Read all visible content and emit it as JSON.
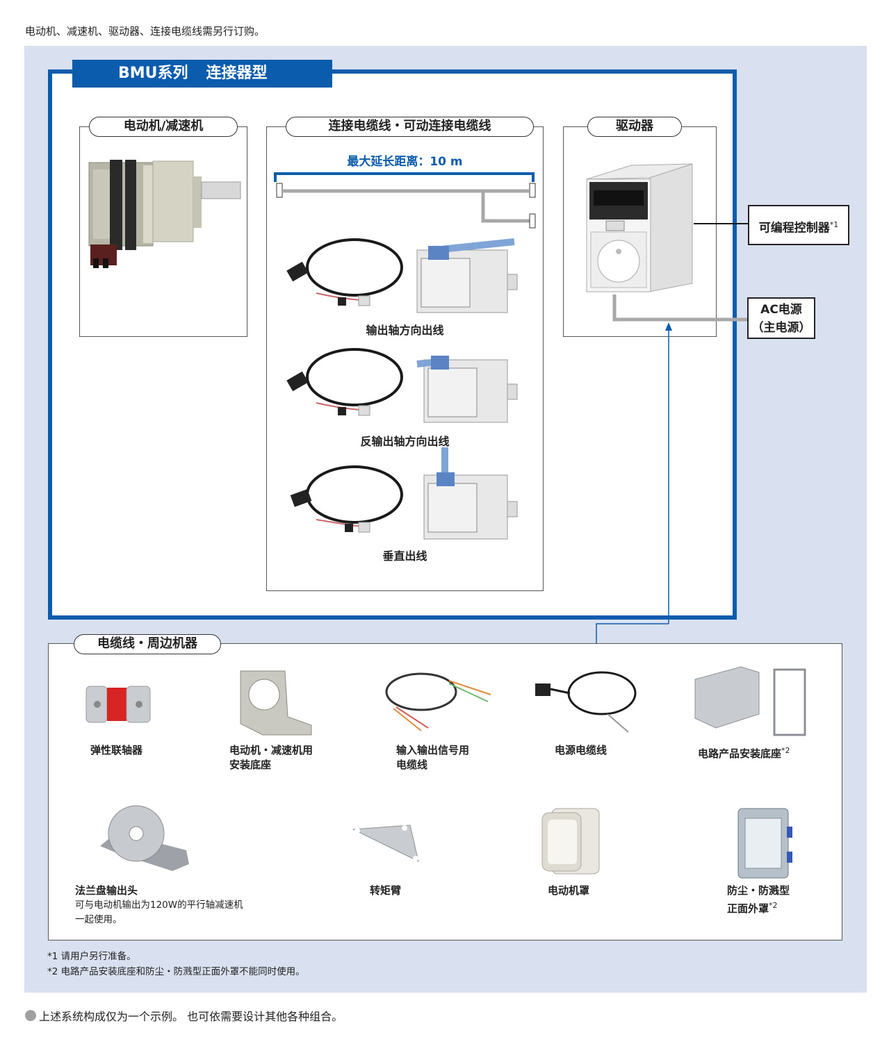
{
  "top_note": "电动机、减速机、驱动器、连接电缆线需另行订购。",
  "series": {
    "name": "BMU系列",
    "type": "连接器型"
  },
  "sections": {
    "motor": "电动机/减速机",
    "cable": "连接电缆线・可动连接电缆线",
    "driver": "驱动器"
  },
  "max_distance": "最大延长距离：10 m",
  "cable_types": [
    "输出轴方向出线",
    "反输出轴方向出线",
    "垂直出线"
  ],
  "external": {
    "plc": "可编程控制器",
    "plc_mark": "*1",
    "ac_line1": "AC电源",
    "ac_line2": "（主电源）"
  },
  "peripherals": {
    "title": "电缆线・周边机器",
    "items": [
      {
        "line1": "弹性联轴器",
        "line2": "",
        "mark": ""
      },
      {
        "line1": "电动机・减速机用",
        "line2": "安装底座",
        "mark": ""
      },
      {
        "line1": "输入输出信号用",
        "line2": "电缆线",
        "mark": ""
      },
      {
        "line1": "电源电缆线",
        "line2": "",
        "mark": ""
      },
      {
        "line1": "电路产品安装底座",
        "line2": "",
        "mark": "*2"
      },
      {
        "line1": "法兰盘输出头",
        "line2": "",
        "mark": "",
        "desc1": "可与电动机输出为120W的平行轴减速机",
        "desc2": "一起使用。"
      },
      {
        "line1": "转矩臂",
        "line2": "",
        "mark": ""
      },
      {
        "line1": "电动机罩",
        "line2": "",
        "mark": ""
      },
      {
        "line1": "防尘・防溅型",
        "line2": "正面外罩",
        "mark": "*2"
      }
    ]
  },
  "footnotes": [
    "*1 请用户另行准备。",
    "*2 电路产品安装底座和防尘・防溅型正面外罩不能同时使用。"
  ],
  "bottom_note": "上述系统构成仅为一个示例。 也可依需要设计其他各种组合。",
  "colors": {
    "brand_blue": "#0b5cad",
    "panel_bg": "#d9e1f1",
    "cable_gray": "#a8a8a8"
  }
}
